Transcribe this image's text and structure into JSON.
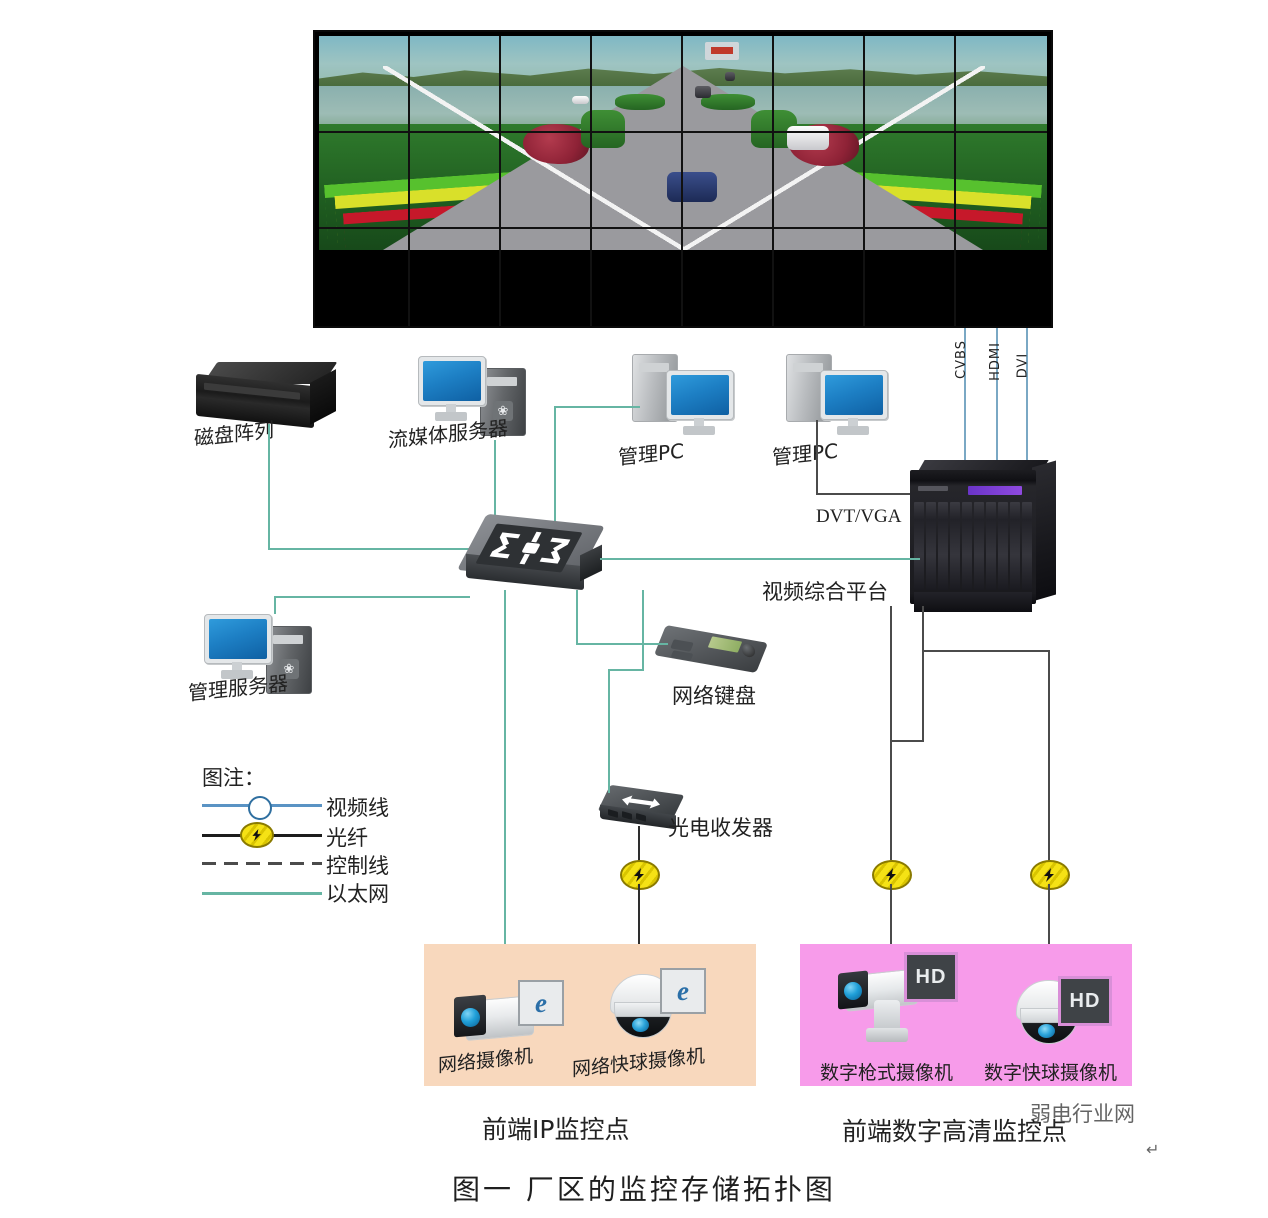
{
  "figure": {
    "caption": "图一 厂区的监控存储拓扑图",
    "watermark": "弱电行业网"
  },
  "colors": {
    "ethernet": "#66b5a3",
    "video": "#7aa8c4",
    "fiber": "#2e2e2e",
    "control": "#4b4b4b",
    "zone_ip_bg": "#f8d8bd",
    "zone_hd_bg": "#f79bea",
    "fiber_marker": "#f5e215",
    "led_accent": "#8f4ae0"
  },
  "video_wall": {
    "name": "video-wall",
    "columns": 8,
    "rows": 3,
    "outputs": [
      "CVBS",
      "HDMI",
      "DVI"
    ]
  },
  "devices": {
    "disk_array": {
      "label": "磁盘阵列"
    },
    "media_server": {
      "label": "流媒体服务器"
    },
    "manage_pc_1": {
      "label": "管理PC"
    },
    "manage_pc_2": {
      "label": "管理PC"
    },
    "manage_server": {
      "label": "管理服务器"
    },
    "switch": {
      "label": ""
    },
    "video_platform": {
      "label": "视频综合平台"
    },
    "network_keyboard": {
      "label": "网络键盘"
    },
    "media_converter": {
      "label": "光电收发器"
    },
    "dvt_vga": {
      "label": "DVT/VGA"
    }
  },
  "zones": {
    "ip": {
      "title": "前端IP监控点",
      "cameras": [
        {
          "label": "网络摄像机",
          "badge": "e"
        },
        {
          "label": "网络快球摄像机",
          "badge": "e"
        }
      ]
    },
    "hd": {
      "title": "前端数字高清监控点",
      "cameras": [
        {
          "label": "数字枪式摄像机",
          "badge": "HD"
        },
        {
          "label": "数字快球摄像机",
          "badge": "HD"
        }
      ]
    }
  },
  "legend": {
    "title": "图注：",
    "items": [
      {
        "label": "视频线",
        "type": "video"
      },
      {
        "label": "光纤",
        "type": "fiber"
      },
      {
        "label": "控制线",
        "type": "control"
      },
      {
        "label": "以太网",
        "type": "ethernet"
      }
    ]
  }
}
